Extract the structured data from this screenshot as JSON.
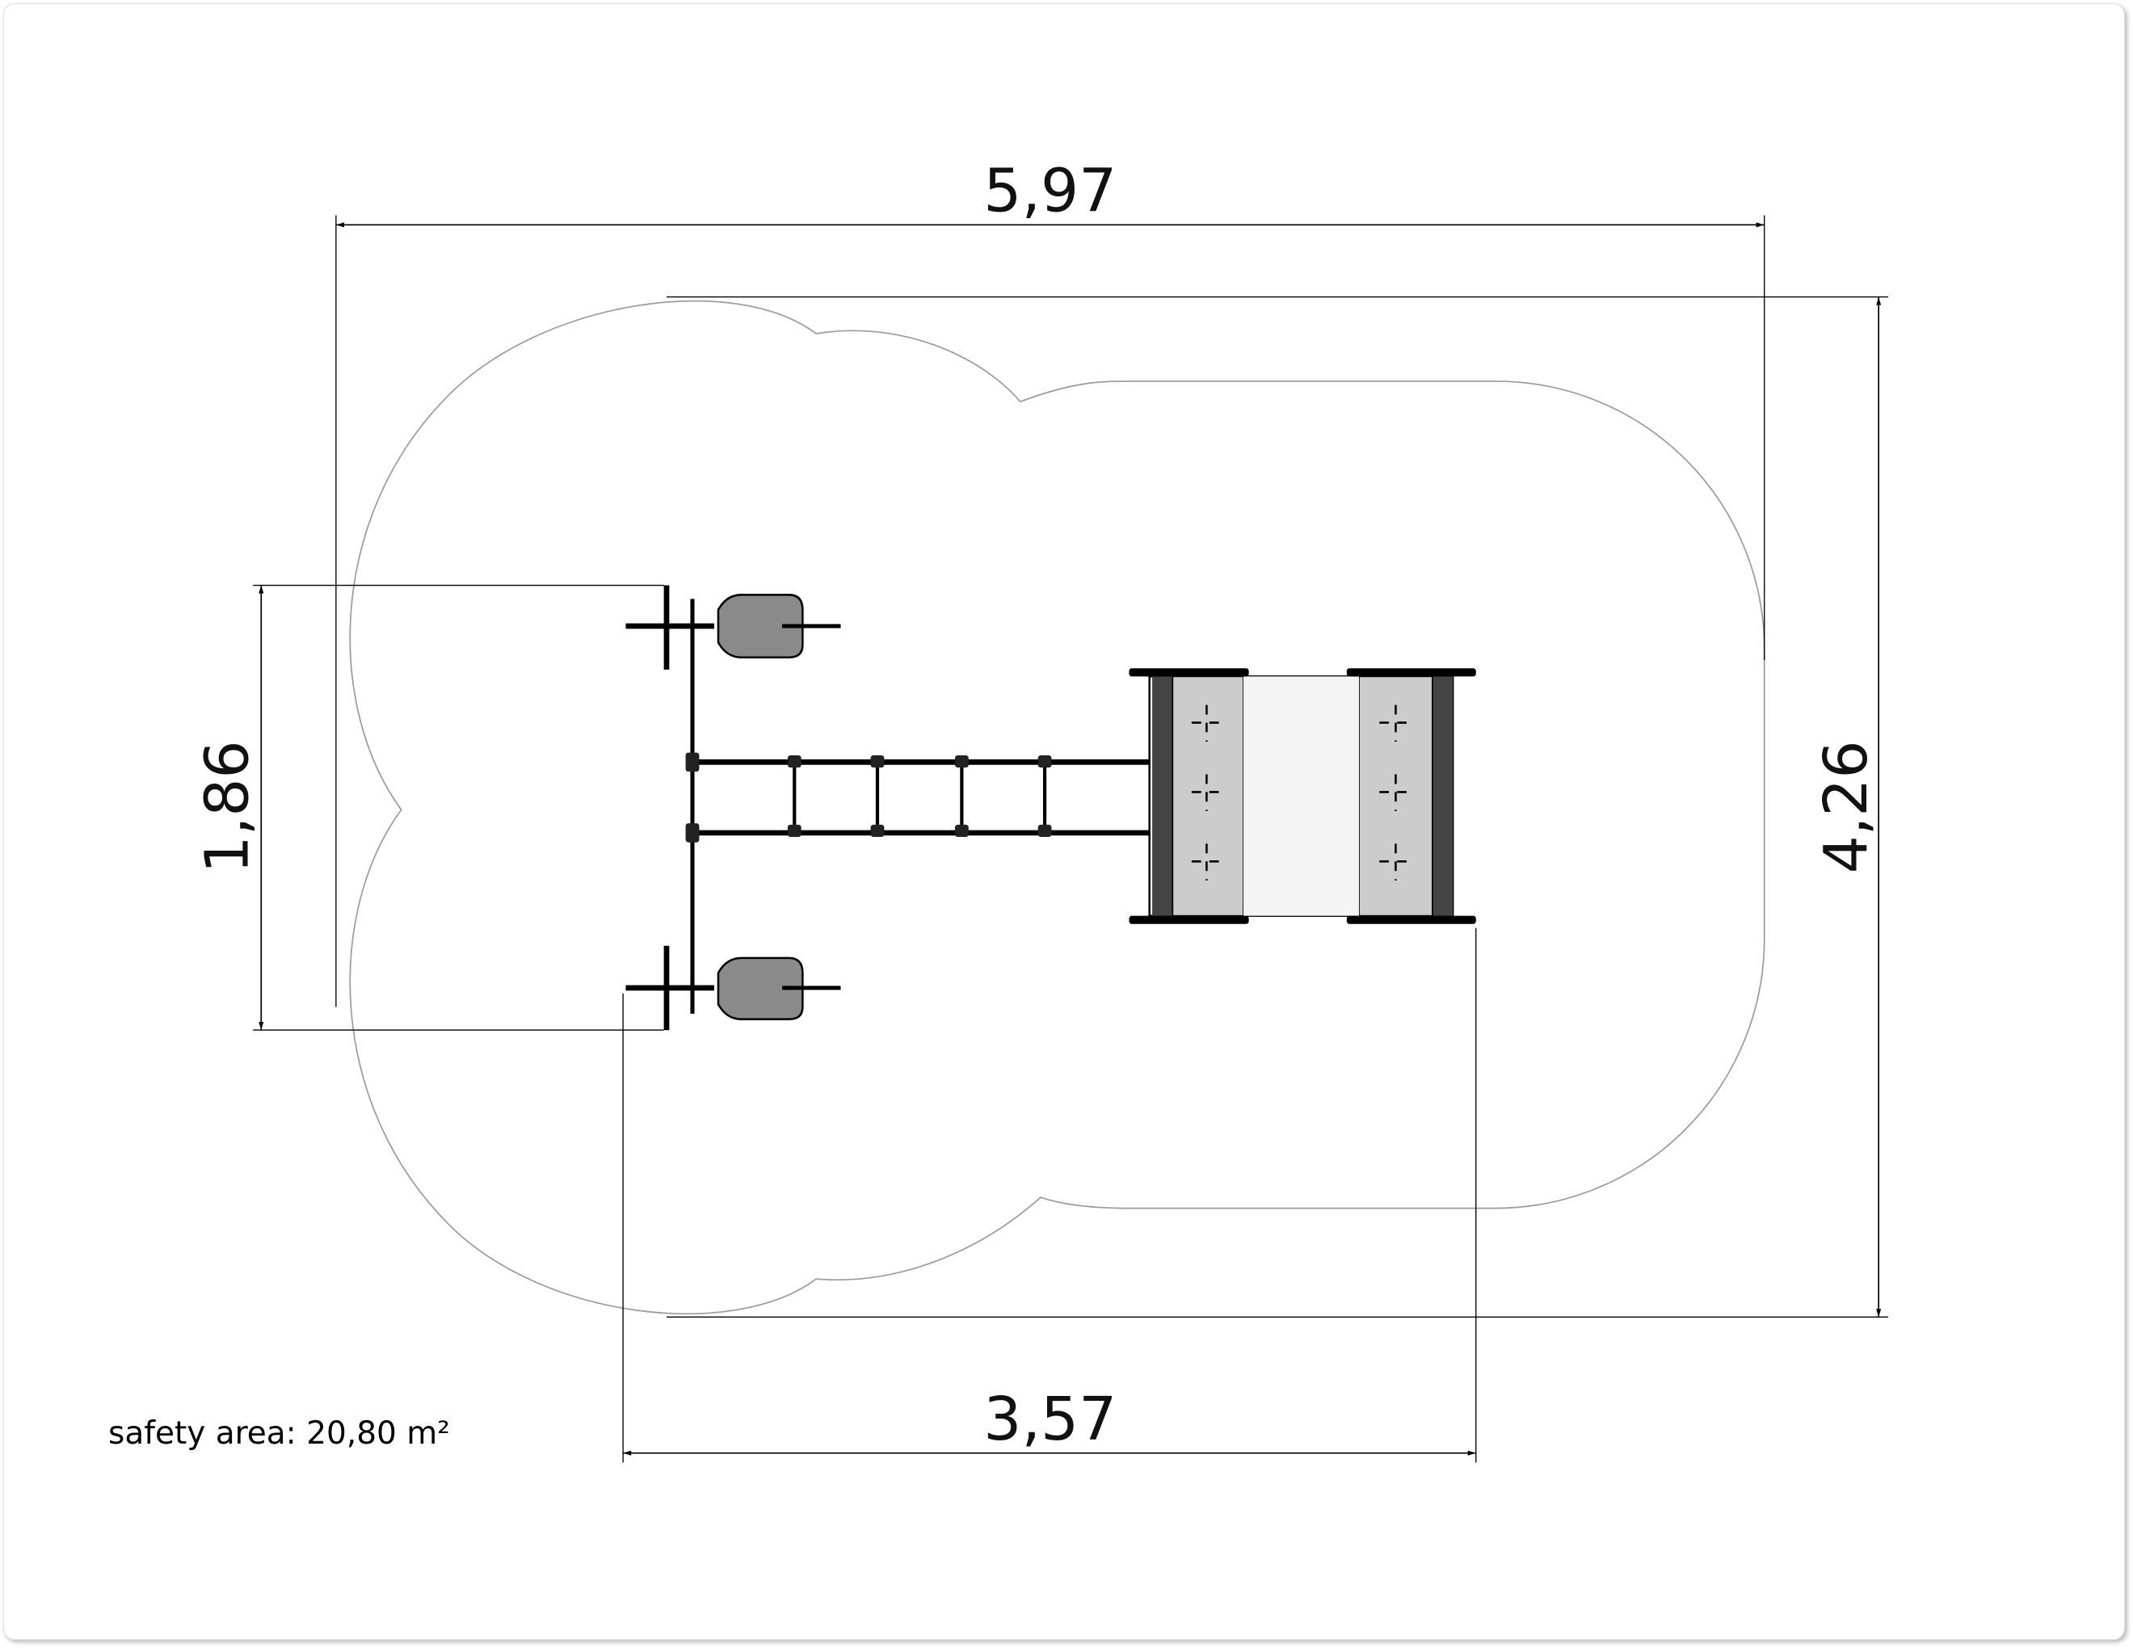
{
  "dimensions": {
    "overall_width": "5,97",
    "overall_depth": "4,26",
    "seat_span": "1,86",
    "equipment_length": "3,57"
  },
  "safety_area_label": "safety area: 20,80 m²",
  "colors": {
    "line": "#000000",
    "outline": "#9a9a9a",
    "seat": "#8a8a8a",
    "panel": "#cccccc"
  }
}
